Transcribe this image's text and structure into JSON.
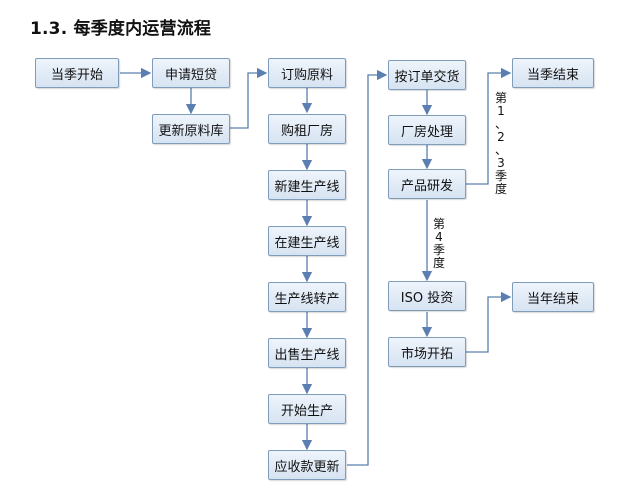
{
  "title": "1.3. 每季度内运营流程",
  "nodes": {
    "season_start": "当季开始",
    "apply_short_loan": "申请短贷",
    "update_raw_material": "更新原料库",
    "order_raw_material": "订购原料",
    "buy_rent_factory": "购租厂房",
    "new_production_line": "新建生产线",
    "in_progress_line": "在建生产线",
    "line_conversion": "生产线转产",
    "sell_line": "出售生产线",
    "start_production": "开始生产",
    "receivable_update": "应收款更新",
    "deliver_order": "按订单交货",
    "factory_handling": "厂房处理",
    "product_rd": "产品研发",
    "season_end": "当季结束",
    "iso_invest": "ISO 投资",
    "market_develop": "市场开拓",
    "year_end": "当年结束"
  },
  "edge_labels": {
    "q123": [
      "第",
      "1",
      "、",
      "2",
      "、",
      "3",
      "季",
      "度"
    ],
    "q4": [
      "第",
      "4",
      "季",
      "度"
    ]
  },
  "colors": {
    "line": "#5a7fb0",
    "node_border": "#7f9db9"
  }
}
